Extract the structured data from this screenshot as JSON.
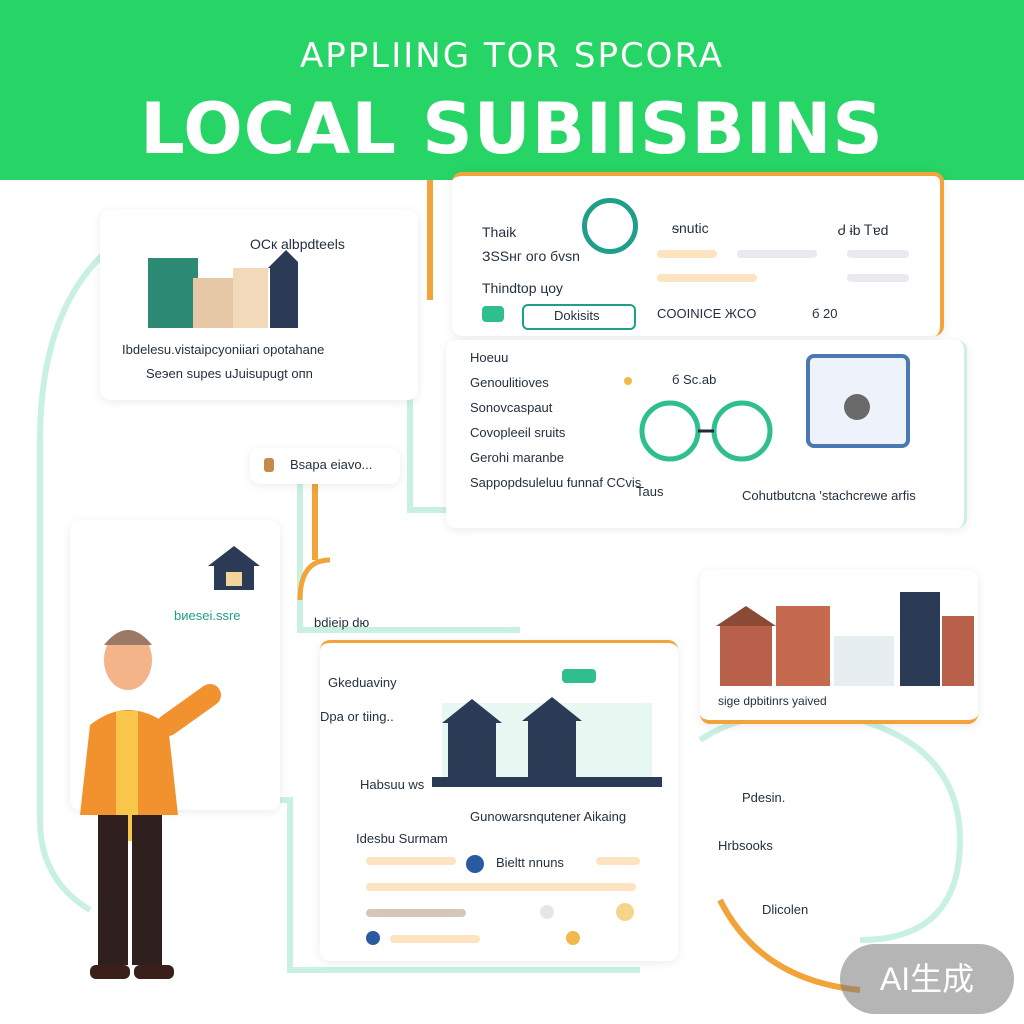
{
  "header": {
    "subtitle": "APPLIING TOR SPCORA",
    "title": "LOCAL SUBIISBINS"
  },
  "card_top_right": {
    "label_1": "Thaik",
    "label_2": "ЗSSнг ого бvsn",
    "label_3": "Thindtop цоу",
    "col_a": "ᵴnutic",
    "col_b": "Ꮷ ɨb Ꭲɐd",
    "button_label": "Dokisits",
    "footer_text": "COOINICE ЖCO",
    "footer_value": "б 20"
  },
  "card_left_top": {
    "title": "ОСк  albpdteels",
    "line_1": "Ӏbdelesu.vistaipcyoniiari opotahane",
    "line_2": "Seэen supes uJuisupugt oпn",
    "pill": "Bsapa eiavo..."
  },
  "card_mid_right": {
    "items": [
      "Hoeuu",
      "Genoulitioves",
      "Sonovcaspaut",
      "Covopleeil sruits",
      "Gerohi maranbe",
      "Sappopdsuleluu funnaf CCvis"
    ],
    "value_a": "б Sc.ab",
    "value_b": "Taus",
    "caption": "Cohutbutcna 'stachcrewe arfis"
  },
  "card_left_mid": {
    "label": "bиesei.ssre"
  },
  "card_center": {
    "label_top": "bdieip dю",
    "label_1": "Gkeduaviny",
    "label_2": "Dpa or tiing..",
    "label_3": "Habsuu ws",
    "heading": "Gunowarsnqutener Aikaing",
    "row_label": "Idesbu Surmam",
    "row_value": "Bieltt nnuns"
  },
  "card_right_lower": {
    "caption": "sigе dpbitinrs yaived",
    "label_1": "Pdesin.",
    "label_2": "Hrbsooks",
    "label_3": "Dlicolen"
  },
  "badge": {
    "text": "AI生成"
  },
  "colors": {
    "header_green": "#27d466",
    "accent_orange": "#f2a33a",
    "accent_teal": "#1f9e8a",
    "navy": "#2b3a55"
  }
}
